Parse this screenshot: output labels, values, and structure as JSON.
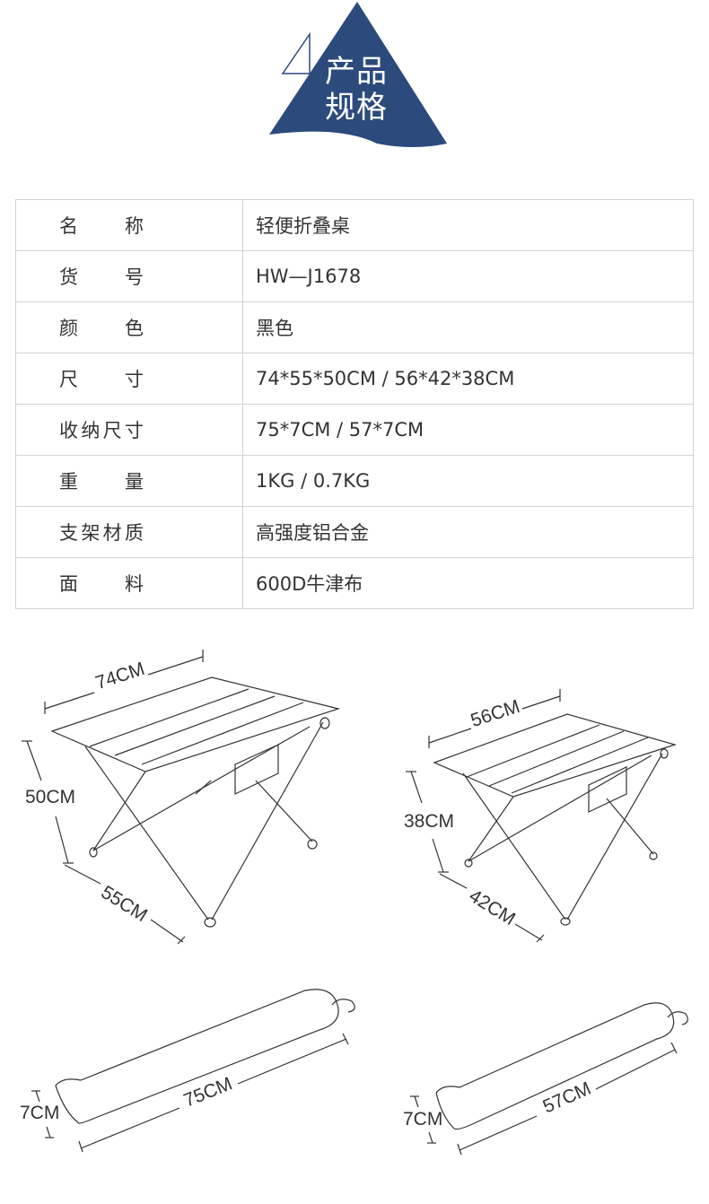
{
  "header": {
    "title_line1": "产品",
    "title_line2": "规格",
    "accent_color": "#2c4a7c"
  },
  "specs": [
    {
      "label": "名称",
      "value": "轻便折叠桌"
    },
    {
      "label": "货号",
      "value": "HW—J1678"
    },
    {
      "label": "颜色",
      "value": "黑色"
    },
    {
      "label": "尺寸",
      "value": "74*55*50CM / 56*42*38CM"
    },
    {
      "label": "收纳尺寸",
      "value": "75*7CM / 57*7CM"
    },
    {
      "label": "重量",
      "value": "1KG / 0.7KG"
    },
    {
      "label": "支架材质",
      "value": "高强度铝合金"
    },
    {
      "label": "面料",
      "value": "600D牛津布"
    }
  ],
  "diagrams": {
    "large_table": {
      "width": "74CM",
      "depth": "55CM",
      "height": "50CM"
    },
    "small_table": {
      "width": "56CM",
      "depth": "42CM",
      "height": "38CM"
    },
    "large_bag": {
      "length": "75CM",
      "diameter": "7CM"
    },
    "small_bag": {
      "length": "57CM",
      "diameter": "7CM"
    }
  }
}
